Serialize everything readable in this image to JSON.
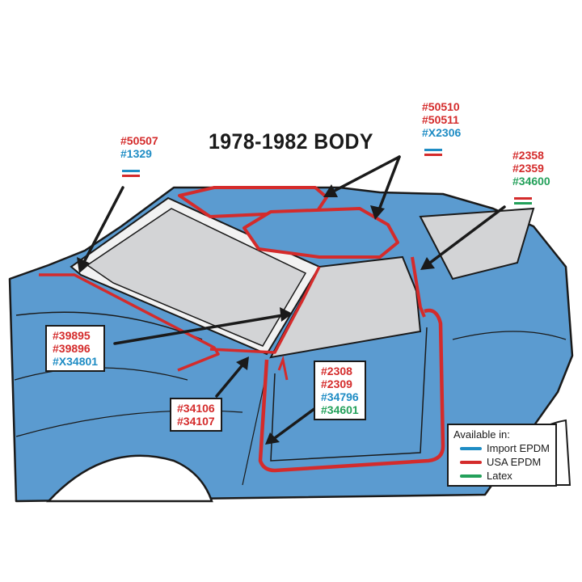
{
  "title": "1978-1982 BODY",
  "colors": {
    "import_epdm": "#1e8cc4",
    "usa_epdm": "#d42b2b",
    "latex": "#23a05a",
    "body": "#5b9bd0",
    "glass": "#d3d4d6"
  },
  "callouts": {
    "top_left": {
      "parts": [
        "#50507",
        "#1329"
      ]
    },
    "roof": {
      "parts": [
        "#50510",
        "#50511",
        "#X2306"
      ]
    },
    "rear": {
      "parts": [
        "#2358",
        "#2359",
        "#34600"
      ]
    },
    "windshield": {
      "parts": [
        "#39895",
        "#39896",
        "#X34801"
      ]
    },
    "pillar": {
      "parts": [
        "#34106",
        "#34107"
      ]
    },
    "door": {
      "parts": [
        "#2308",
        "#2309",
        "#34796",
        "#34601"
      ]
    }
  },
  "legend": {
    "title": "Available in:",
    "items": [
      {
        "label": "Import EPDM"
      },
      {
        "label": "USA EPDM"
      },
      {
        "label": "Latex"
      }
    ]
  }
}
